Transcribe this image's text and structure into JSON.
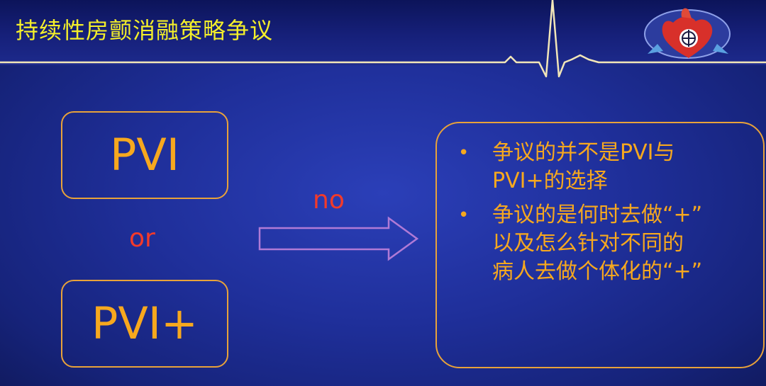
{
  "slide": {
    "title": "持续性房颤消融策略争议",
    "icons": {
      "ecg": "ecg-line-icon",
      "logo": "heart-logo-icon"
    },
    "colors": {
      "title": "#f4ef2a",
      "accent": "#f7a81e",
      "connector": "#f33a2a",
      "arrow_outline": "#b07ad6",
      "background": "#1f2f9a"
    }
  },
  "left": {
    "option_a": "PVI",
    "connector": "or",
    "option_b": "PVI+"
  },
  "middle": {
    "label": "no"
  },
  "right": {
    "bullets": [
      {
        "text": "争议的并不是PVI与\nPVI+的选择"
      },
      {
        "text": "争议的是何时去做“+”\n以及怎么针对不同的\n病人去做个体化的“+”"
      }
    ]
  }
}
